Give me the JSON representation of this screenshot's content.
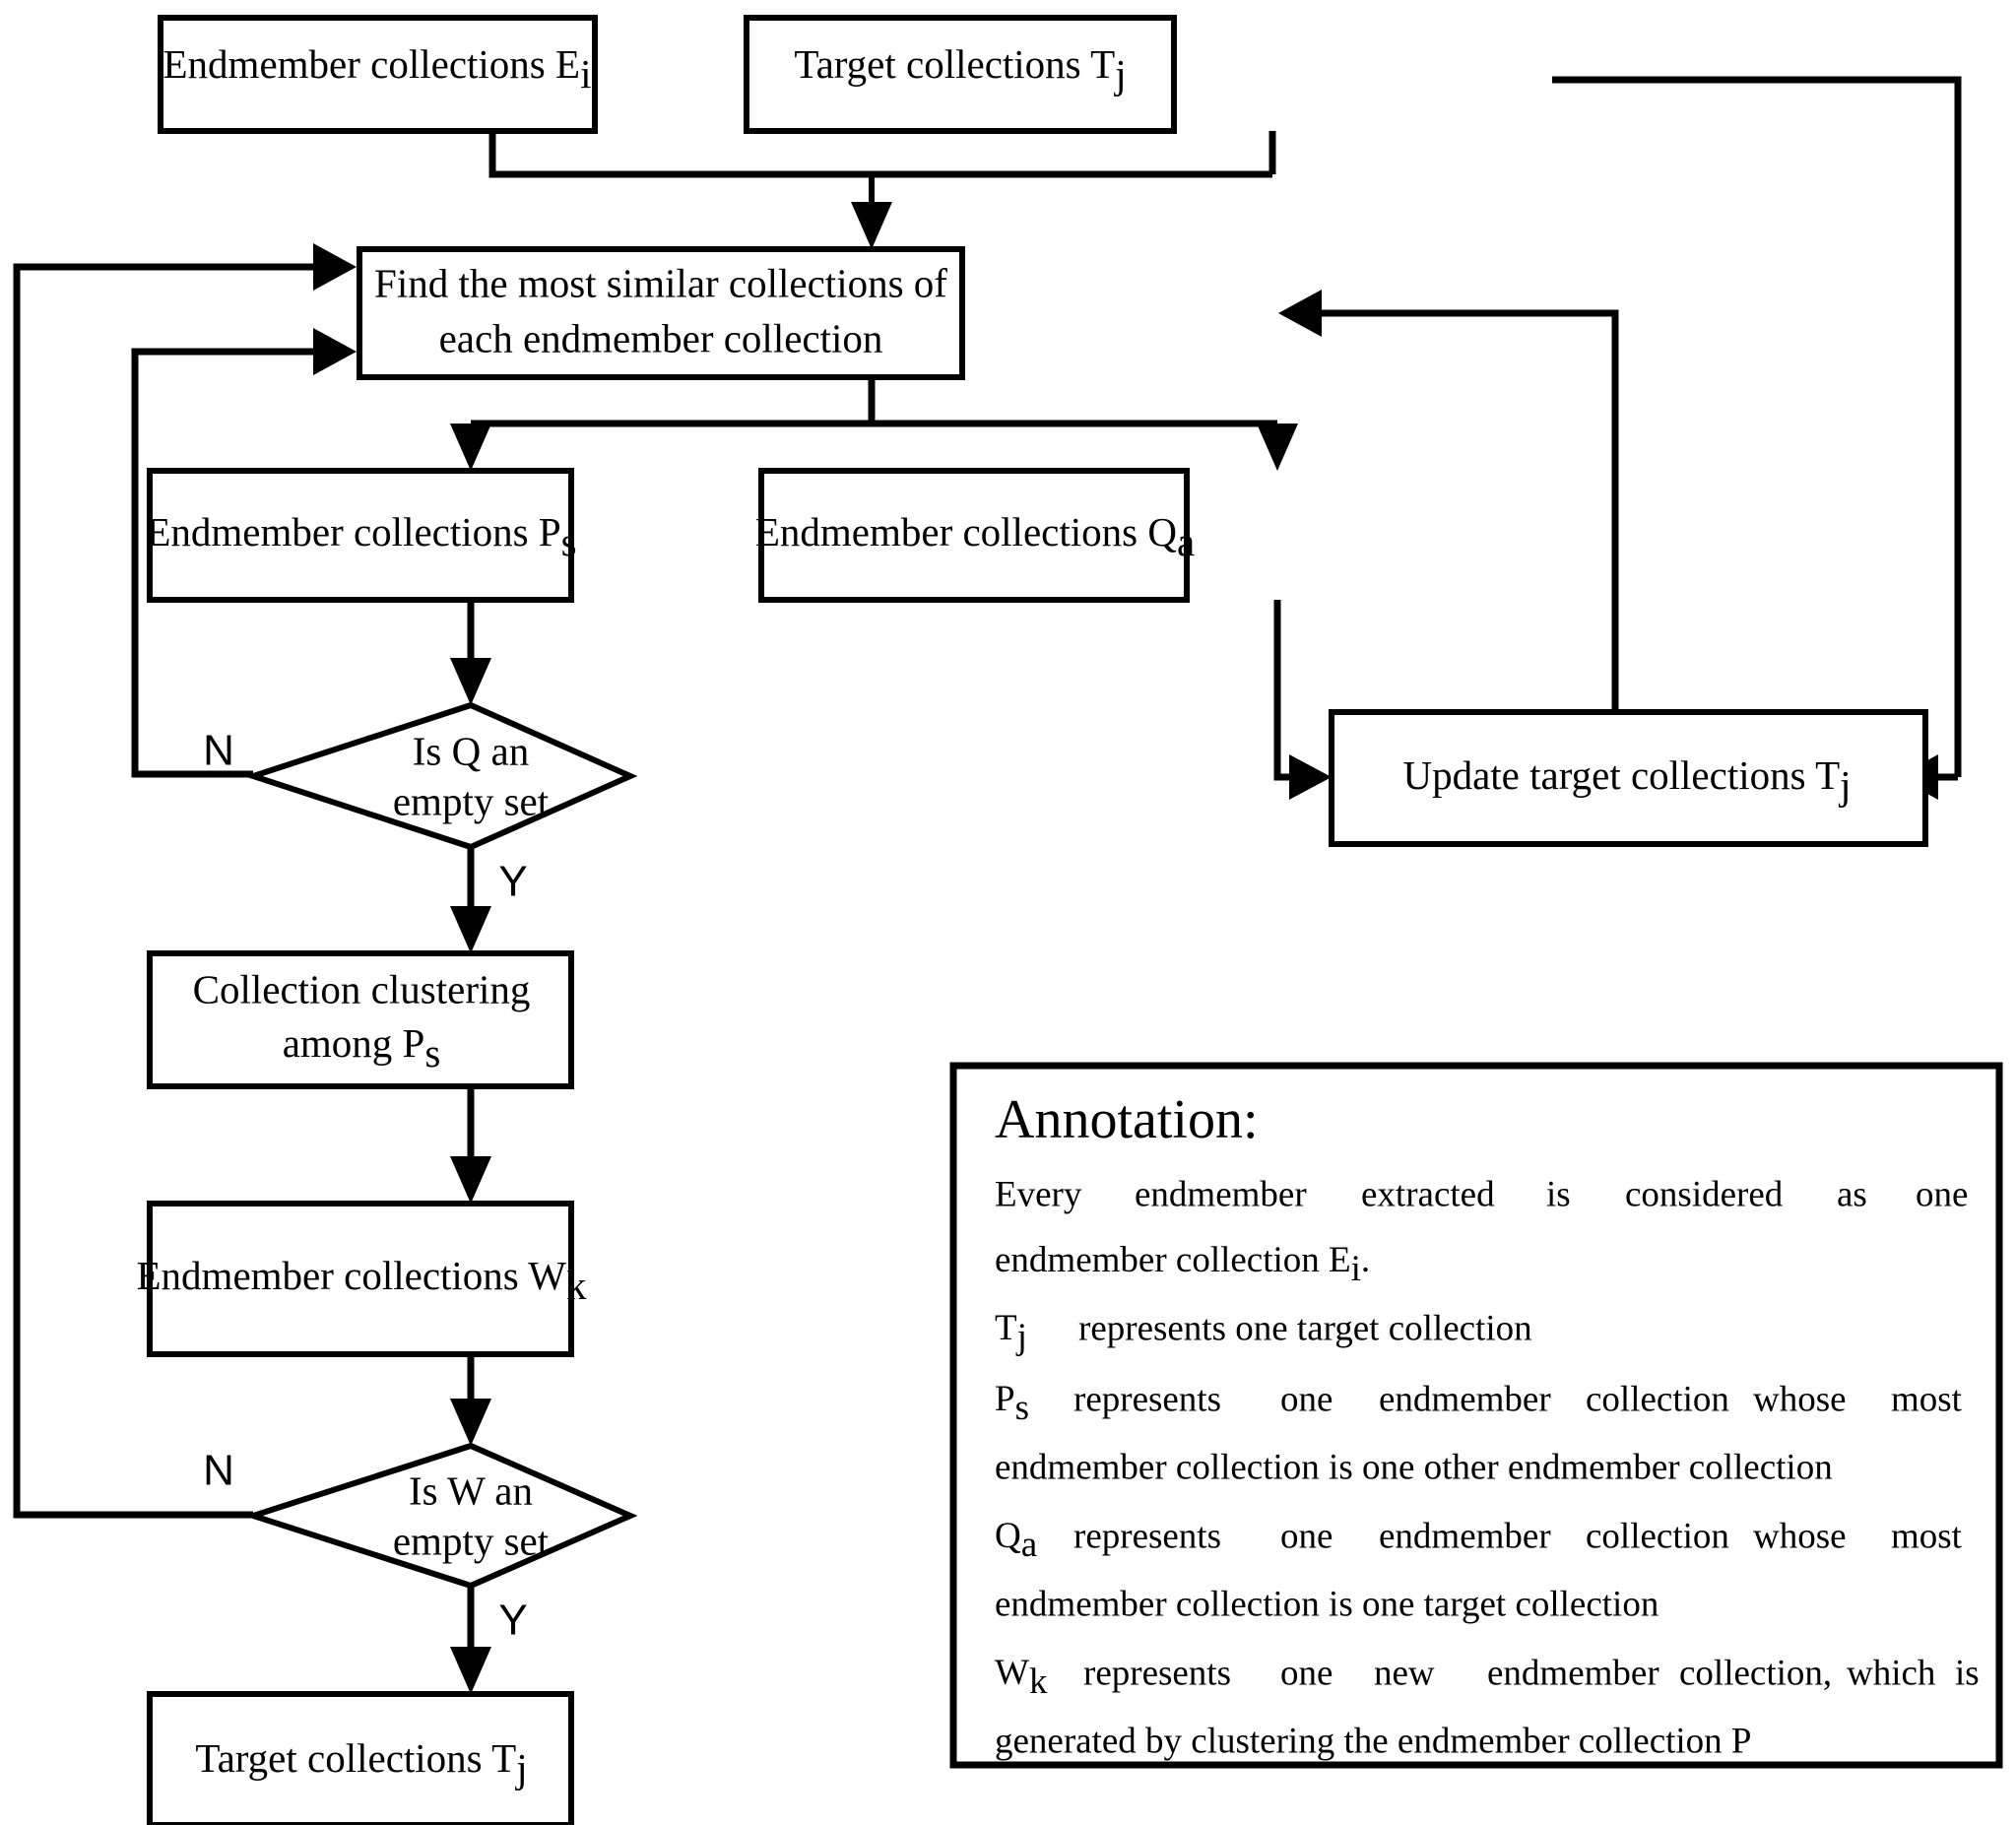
{
  "diagram": {
    "title": "Endmember collection clustering flowchart",
    "stroke_color": "#000000",
    "fill_color": "#ffffff"
  },
  "nodes": {
    "endmember_collections_e": {
      "text": "Endmember collections E",
      "sub": "i"
    },
    "target_collections_t_top": {
      "text": "Target collections T",
      "sub": "j"
    },
    "find_similar": {
      "line1": "Find the most similar collections of",
      "line2": "each endmember collection"
    },
    "endmember_collections_p": {
      "text": "Endmember collections P",
      "sub": "s"
    },
    "endmember_collections_q": {
      "text": "Endmember collections Q",
      "sub": "a"
    },
    "update_target_collections": {
      "text": "Update target collections T",
      "sub": "j"
    },
    "decision_q": {
      "line1": "Is Q an",
      "line2": "empty set"
    },
    "collection_clustering": {
      "line1": "Collection clustering",
      "line2": "among P",
      "line2_sub": "s"
    },
    "endmember_collections_w": {
      "text": "Endmember collections W",
      "sub": "k"
    },
    "decision_w": {
      "line1": "Is W an",
      "line2": "empty set"
    },
    "target_collections_t_bottom": {
      "text": "Target collections T",
      "sub": "j"
    }
  },
  "edge_labels": {
    "q_no": "N",
    "q_yes": "Y",
    "w_no": "N",
    "w_yes": "Y"
  },
  "annotation": {
    "title": "Annotation:",
    "lines": [
      {
        "id": "l1",
        "words": [
          "Every",
          "endmember",
          "extracted",
          "is",
          "considered",
          "as",
          "one"
        ],
        "justified": true
      },
      {
        "id": "l2",
        "text": "endmember collection E",
        "sub": "i",
        "tail": ".",
        "justified": false
      },
      {
        "id": "l3",
        "lead": "T",
        "lead_sub": "j",
        "text": "represents one target collection",
        "justified": false
      },
      {
        "id": "l4",
        "lead": "P",
        "lead_sub": "s",
        "words": [
          "represents",
          "one",
          "endmember",
          "collection",
          "whose",
          "most"
        ],
        "justified": true
      },
      {
        "id": "l5",
        "text": "endmember collection is one other endmember collection",
        "justified": false
      },
      {
        "id": "l6",
        "lead": "Q",
        "lead_sub": "a",
        "words": [
          "represents",
          "one",
          "endmember",
          "collection",
          "whose",
          "most"
        ],
        "justified": true
      },
      {
        "id": "l7",
        "text": "endmember collection is one target collection",
        "justified": false
      },
      {
        "id": "l8",
        "lead": "W",
        "lead_sub": "k",
        "words": [
          "represents",
          "one",
          "new",
          "endmember",
          "collection,",
          "which",
          "is"
        ],
        "justified": true
      },
      {
        "id": "l9",
        "text": "generated by clustering the endmember collection P",
        "justified": false
      }
    ]
  }
}
